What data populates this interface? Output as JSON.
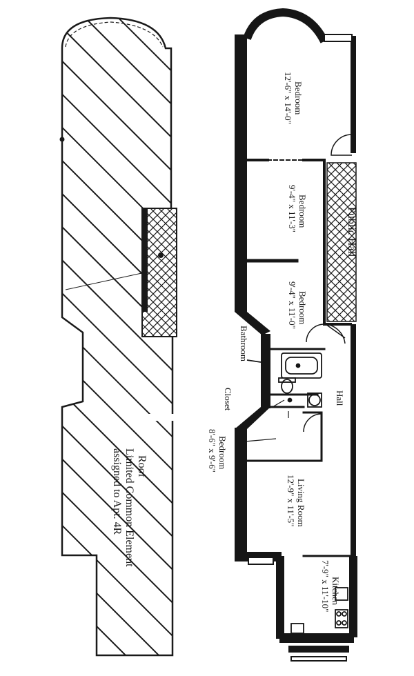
{
  "roof": {
    "title": "Roof",
    "line1": "Limited Common Element",
    "line2": "assigned to Apt. 4R"
  },
  "rooms": {
    "bedroom_top": {
      "name": "Bedroom",
      "dims": "12'-6\" x 14'-0\""
    },
    "bedroom_2": {
      "name": "Bedroom",
      "dims": "9'-4\" x 11'-3\""
    },
    "bedroom_3": {
      "name": "Bedroom",
      "dims": "9'-4\" x 11'-0\""
    },
    "bathroom": {
      "name": "Bathroom"
    },
    "closet": {
      "name": "Closet"
    },
    "bedroom_4": {
      "name": "Bedroom",
      "dims": "8'-6\" x 9'-6\""
    },
    "living": {
      "name": "Living Room",
      "dims": "12'-9\" x 11'-5\""
    },
    "kitchen": {
      "name": "Kitchen",
      "dims": "7'-9\" x 11'-10\""
    },
    "public_hall": {
      "name": "Public Hall"
    },
    "hall": {
      "name": "Hall"
    }
  },
  "colors": {
    "ink": "#1a1a1a",
    "paper": "#ffffff",
    "wall": "#161616"
  }
}
